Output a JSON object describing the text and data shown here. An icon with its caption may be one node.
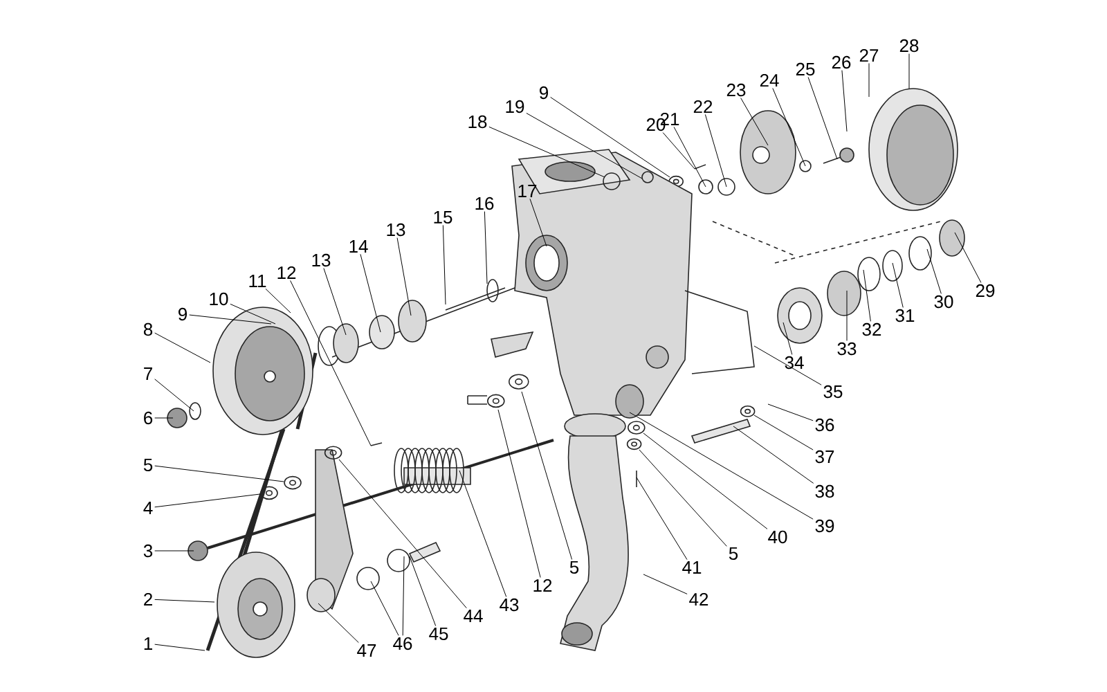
{
  "diagram": {
    "nodes": [
      {
        "text": [
          "1"
        ]
      },
      {
        "text": [
          "2"
        ]
      },
      {
        "text": [
          "3"
        ]
      },
      {
        "text": [
          "4"
        ]
      },
      {
        "text": [
          "5"
        ]
      },
      {
        "text": [
          "6"
        ]
      },
      {
        "text": [
          "7"
        ]
      },
      {
        "text": [
          "8"
        ]
      },
      {
        "text": [
          "9"
        ]
      },
      {
        "text": [
          "10"
        ]
      },
      {
        "text": [
          "11"
        ]
      },
      {
        "text": [
          "12"
        ]
      },
      {
        "text": [
          "13"
        ]
      },
      {
        "text": [
          "14"
        ]
      },
      {
        "text": [
          "13"
        ]
      },
      {
        "text": [
          "15"
        ]
      },
      {
        "text": [
          "16"
        ]
      },
      {
        "text": [
          "17"
        ]
      },
      {
        "text": [
          "18"
        ]
      },
      {
        "text": [
          "19"
        ]
      },
      {
        "text": [
          "9"
        ]
      },
      {
        "text": [
          "20"
        ]
      },
      {
        "text": [
          "21"
        ]
      },
      {
        "text": [
          "22"
        ]
      },
      {
        "text": [
          "23"
        ]
      },
      {
        "text": [
          "24"
        ]
      },
      {
        "text": [
          "25"
        ]
      },
      {
        "text": [
          "26"
        ]
      },
      {
        "text": [
          "27"
        ]
      },
      {
        "text": [
          "28"
        ]
      },
      {
        "text": [
          "29"
        ]
      },
      {
        "text": [
          "30"
        ]
      },
      {
        "text": [
          "31"
        ]
      },
      {
        "text": [
          "32"
        ]
      },
      {
        "text": [
          "33"
        ]
      },
      {
        "text": [
          "34"
        ]
      },
      {
        "text": [
          "35"
        ]
      },
      {
        "text": [
          "36"
        ]
      },
      {
        "text": [
          "37"
        ]
      },
      {
        "text": [
          "38"
        ]
      },
      {
        "text": [
          "39"
        ]
      },
      {
        "text": [
          "40"
        ]
      },
      {
        "text": [
          "5"
        ]
      },
      {
        "text": [
          "41"
        ]
      },
      {
        "text": [
          "42"
        ]
      },
      {
        "text": [
          "43"
        ]
      },
      {
        "text": [
          "12"
        ]
      },
      {
        "text": [
          "5"
        ]
      },
      {
        "text": [
          "44"
        ]
      },
      {
        "text": [
          "45"
        ]
      },
      {
        "text": [
          "46"
        ]
      },
      {
        "text": [
          "47"
        ]
      }
    ],
    "edges": [
      {
        "from": 0,
        "to": null,
        "arrow": "none"
      },
      {
        "from": 1,
        "to": null,
        "arrow": "none"
      },
      {
        "from": 2,
        "to": null,
        "arrow": "none"
      },
      {
        "from": 3,
        "to": null,
        "arrow": "none"
      },
      {
        "from": 4,
        "to": null,
        "arrow": "none"
      },
      {
        "from": 5,
        "to": null,
        "arrow": "none"
      },
      {
        "from": 6,
        "to": null,
        "arrow": "none"
      },
      {
        "from": 7,
        "to": null,
        "arrow": "none"
      },
      {
        "from": 8,
        "to": null,
        "arrow": "none"
      },
      {
        "from": 9,
        "to": null,
        "arrow": "none"
      },
      {
        "from": 10,
        "to": null,
        "arrow": "none"
      },
      {
        "from": 11,
        "to": null,
        "arrow": "none"
      },
      {
        "from": 12,
        "to": null,
        "arrow": "none"
      },
      {
        "from": 13,
        "to": null,
        "arrow": "none"
      },
      {
        "from": 14,
        "to": null,
        "arrow": "none"
      },
      {
        "from": 15,
        "to": null,
        "arrow": "none"
      },
      {
        "from": 16,
        "to": null,
        "arrow": "none"
      },
      {
        "from": 17,
        "to": null,
        "arrow": "none"
      },
      {
        "from": 18,
        "to": null,
        "arrow": "none"
      },
      {
        "from": 19,
        "to": null,
        "arrow": "none"
      },
      {
        "from": 20,
        "to": null,
        "arrow": "none"
      },
      {
        "from": 21,
        "to": null,
        "arrow": "none"
      },
      {
        "from": 22,
        "to": null,
        "arrow": "none"
      },
      {
        "from": 23,
        "to": null,
        "arrow": "none"
      },
      {
        "from": 24,
        "to": null,
        "arrow": "none"
      },
      {
        "from": 25,
        "to": null,
        "arrow": "none"
      },
      {
        "from": 26,
        "to": null,
        "arrow": "none"
      },
      {
        "from": 27,
        "to": null,
        "arrow": "none"
      },
      {
        "from": 28,
        "to": null,
        "arrow": "none"
      },
      {
        "from": 29,
        "to": null,
        "arrow": "none"
      },
      {
        "from": 30,
        "to": null,
        "arrow": "none"
      },
      {
        "from": 31,
        "to": null,
        "arrow": "none"
      },
      {
        "from": 32,
        "to": null,
        "arrow": "none"
      },
      {
        "from": 33,
        "to": null,
        "arrow": "none"
      },
      {
        "from": 34,
        "to": null,
        "arrow": "none"
      },
      {
        "from": 35,
        "to": null,
        "arrow": "none"
      },
      {
        "from": 36,
        "to": null,
        "arrow": "none"
      },
      {
        "from": 37,
        "to": null,
        "arrow": "none"
      },
      {
        "from": 38,
        "to": null,
        "arrow": "none"
      },
      {
        "from": 39,
        "to": null,
        "arrow": "none"
      },
      {
        "from": 40,
        "to": null,
        "arrow": "none"
      },
      {
        "from": 41,
        "to": null,
        "arrow": "none"
      },
      {
        "from": 42,
        "to": null,
        "arrow": "none"
      },
      {
        "from": 43,
        "to": null,
        "arrow": "none"
      },
      {
        "from": 44,
        "to": null,
        "arrow": "none"
      },
      {
        "from": 45,
        "to": null,
        "arrow": "none"
      },
      {
        "from": 46,
        "to": null,
        "arrow": "none"
      },
      {
        "from": 47,
        "to": null,
        "arrow": "none"
      },
      {
        "from": 48,
        "to": null,
        "arrow": "none"
      },
      {
        "from": 49,
        "to": null,
        "arrow": "none"
      },
      {
        "from": 50,
        "to": null,
        "arrow": "none"
      },
      {
        "from": 50,
        "to": null,
        "arrow": "none"
      },
      {
        "from": 51,
        "to": null,
        "arrow": "none"
      }
    ]
  }
}
